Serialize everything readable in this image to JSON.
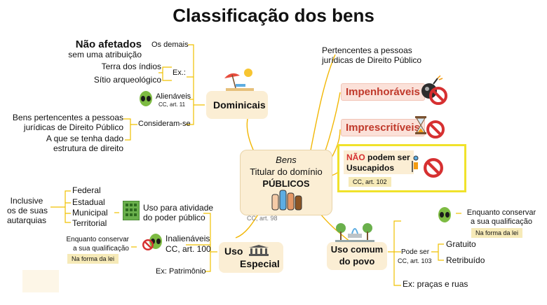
{
  "title": "Classificação dos bens",
  "center": {
    "line1": "Bens",
    "line2": "Titular do domínio",
    "line3": "PÚBLICOS",
    "ref": "CC, art. 98"
  },
  "dominicais": {
    "label": "Dominicais",
    "demais": "Os demais",
    "nao_afetados": "Não afetados",
    "sem_atribuicao": "sem uma atribuição",
    "ex": "Ex.:",
    "terra": "Terra dos índios",
    "sitio": "Sítio arqueológico",
    "alienaveis": "Alienáveis",
    "alienaveis_ref": "CC, art. 11",
    "consideram": "Consideram-se",
    "pertencentes_1": "Bens pertencentes a pessoas",
    "pertencentes_2": "jurídicas de Direito Público",
    "estrutura_1": "A que se tenha dado",
    "estrutura_2": "estrutura de direito"
  },
  "uso_especial": {
    "label_1": "Uso",
    "label_2": "Especial",
    "atividade_1": "Uso para atividade",
    "atividade_2": "do poder público",
    "esferas": [
      "Federal",
      "Estadual",
      "Municipal",
      "Territorial"
    ],
    "inclusive_1": "Inclusive",
    "inclusive_2": "os de suas",
    "inclusive_3": "autarquias",
    "inalienaveis": "Inalienáveis",
    "inalienaveis_ref": "CC, art. 100",
    "enquanto_1": "Enquanto conservar",
    "enquanto_2": "a sua qualificação",
    "forma_lei": "Na forma da lei",
    "exemplo": "Ex: Patrimônio"
  },
  "right": {
    "pertencentes_1": "Pertencentes a pessoas",
    "pertencentes_2": "jurídicas de Direito Público",
    "impenhoraveis": "Impenhoráveis",
    "imprescritiveis": "Imprescritíveis",
    "nao": "NÃO",
    "podem_ser": " podem ser",
    "usucapidos": "Usucapidos",
    "usucapidos_ref": "CC, art. 102"
  },
  "uso_comum": {
    "label_1": "Uso comum",
    "label_2": "do povo",
    "pode_ser": "Pode ser",
    "pode_ser_ref": "CC, art. 103",
    "gratuito": "Gratuito",
    "retribuido": "Retribuído",
    "exemplo": "Ex: praças e ruas",
    "enquanto_1": "Enquanto conservar",
    "enquanto_2": "a sua qualificação",
    "forma_lei": "Na forma da lei"
  },
  "colors": {
    "accent_yellow": "#f0e22b",
    "branch_gold": "#f2b705",
    "prohibit_red": "#d63031",
    "node_fill": "#fbeed4",
    "pill_fill": "#fbe1d9",
    "pill_text": "#c0392b"
  },
  "icons": [
    "beach-icon",
    "alien-icon",
    "building-icon",
    "no-sign-icon",
    "hands-icon",
    "columns-icon",
    "park-icon",
    "hourglass-icon",
    "bomb-icon"
  ]
}
